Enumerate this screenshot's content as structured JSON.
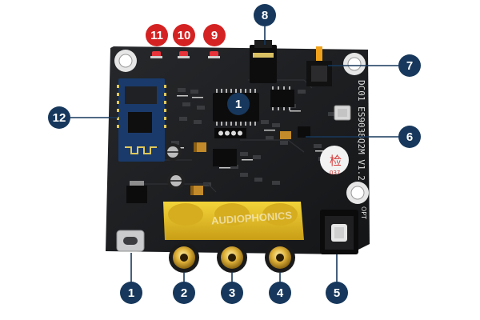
{
  "image": {
    "subject": "audio-dac-circuit-board-photo",
    "colors": {
      "board": "#1b1c1e",
      "rca": "#e8c226",
      "callout": "#17385c",
      "led_callout": "#d42222"
    }
  },
  "board_marks": {
    "model_text": "DC01 ES9038Q2M V1.2",
    "brand_watermark": "AUDIOPHONICS",
    "stamp_text": "检",
    "stamp_number": "037",
    "opt_label": "OPT"
  },
  "callouts": [
    {
      "id": "1",
      "label": "1"
    },
    {
      "id": "2",
      "label": "2"
    },
    {
      "id": "3",
      "label": "3"
    },
    {
      "id": "4",
      "label": "4"
    },
    {
      "id": "5",
      "label": "5"
    },
    {
      "id": "6",
      "label": "6"
    },
    {
      "id": "7",
      "label": "7"
    },
    {
      "id": "8",
      "label": "8"
    },
    {
      "id": "9",
      "label": "9"
    },
    {
      "id": "10",
      "label": "10"
    },
    {
      "id": "11",
      "label": "11"
    },
    {
      "id": "12",
      "label": "12"
    },
    {
      "id": "1b",
      "label": "1"
    }
  ]
}
